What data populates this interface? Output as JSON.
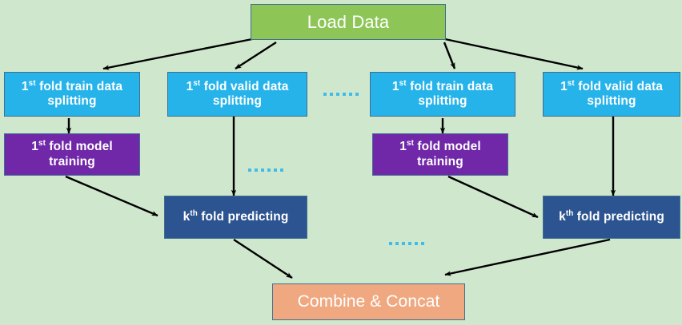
{
  "diagram": {
    "title": "K-Fold Cross Validation Stacking Flow",
    "background_color": "#cfe8cd",
    "nodes": {
      "load_data": {
        "label": "Load Data",
        "color": "#8dc657"
      },
      "fold1_train_split_left": {
        "label_prefix": "1",
        "label_sup": "st",
        "label_rest": " fold train data splitting",
        "color": "#26b3ea"
      },
      "fold1_valid_split_left": {
        "label_prefix": "1",
        "label_sup": "st",
        "label_rest": " fold valid data splitting",
        "color": "#26b3ea"
      },
      "fold1_train_split_right": {
        "label_prefix": "1",
        "label_sup": "st",
        "label_rest": " fold train data splitting",
        "color": "#26b3ea"
      },
      "fold1_valid_split_right": {
        "label_prefix": "1",
        "label_sup": "st",
        "label_rest": " fold valid data splitting",
        "color": "#26b3ea"
      },
      "fold1_model_training_left": {
        "label_prefix": "1",
        "label_sup": "st",
        "label_rest": " fold model training",
        "color": "#7128a8"
      },
      "fold1_model_training_right": {
        "label_prefix": "1",
        "label_sup": "st",
        "label_rest": " fold model training",
        "color": "#7128a8"
      },
      "foldk_predicting_left": {
        "label_prefix": "k",
        "label_sup": "th",
        "label_rest": " fold predicting",
        "color": "#2c5490"
      },
      "foldk_predicting_right": {
        "label_prefix": "k",
        "label_sup": "th",
        "label_rest": " fold predicting",
        "color": "#2c5490"
      },
      "combine_concat": {
        "label": "Combine & Concat",
        "color": "#f0a881"
      }
    },
    "ellipsis": {
      "dot_color": "#3fbde8",
      "dot_count": 6,
      "groups": [
        "between-split-columns",
        "below-valid-split-left",
        "between-predicting-boxes"
      ]
    },
    "arrow_color": "#000000"
  }
}
